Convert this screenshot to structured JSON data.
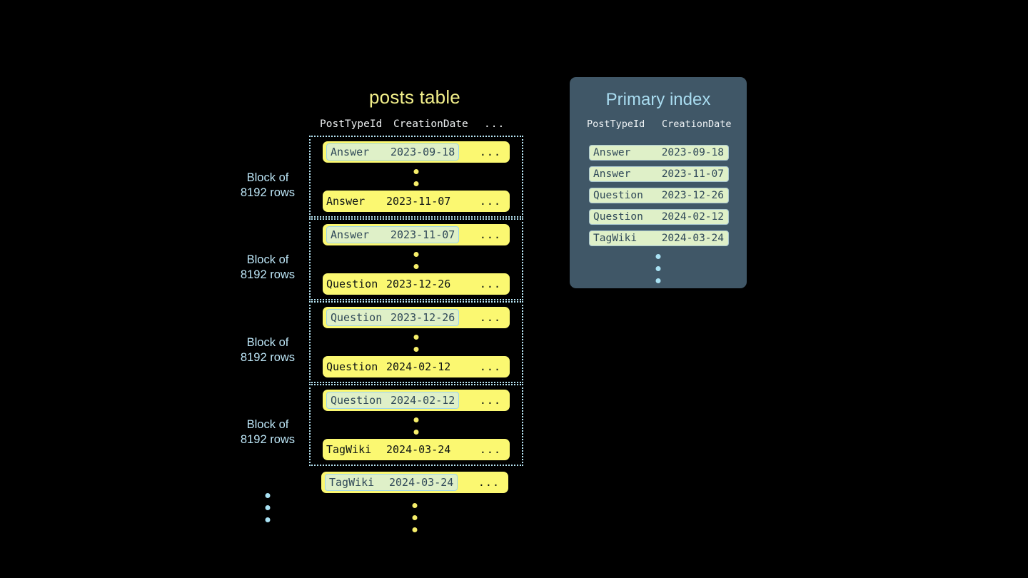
{
  "posts_table": {
    "title": "posts table",
    "columns": [
      "PostTypeId",
      "CreationDate",
      "..."
    ],
    "ellipsis": "...",
    "block_label_line1": "Block of",
    "block_label_line2": "8192 rows",
    "blocks": [
      {
        "label_line1": "Block of",
        "label_line2": "8192 rows",
        "first_row": {
          "post_type_id": "Answer",
          "creation_date": "2023-09-18",
          "ellipsis": "...",
          "highlighted": true
        },
        "last_row": {
          "post_type_id": "Answer",
          "creation_date": "2023-11-07",
          "ellipsis": "...",
          "highlighted": false
        }
      },
      {
        "label_line1": "Block of",
        "label_line2": "8192 rows",
        "first_row": {
          "post_type_id": "Answer",
          "creation_date": "2023-11-07",
          "ellipsis": "...",
          "highlighted": true
        },
        "last_row": {
          "post_type_id": "Question",
          "creation_date": "2023-12-26",
          "ellipsis": "...",
          "highlighted": false
        }
      },
      {
        "label_line1": "Block of",
        "label_line2": "8192 rows",
        "first_row": {
          "post_type_id": "Question",
          "creation_date": "2023-12-26",
          "ellipsis": "...",
          "highlighted": true
        },
        "last_row": {
          "post_type_id": "Question",
          "creation_date": "2024-02-12",
          "ellipsis": "...",
          "highlighted": false
        }
      },
      {
        "label_line1": "Block of",
        "label_line2": "8192 rows",
        "first_row": {
          "post_type_id": "Question",
          "creation_date": "2024-02-12",
          "ellipsis": "...",
          "highlighted": true
        },
        "last_row": {
          "post_type_id": "TagWiki",
          "creation_date": "2024-03-24",
          "ellipsis": "...",
          "highlighted": false
        }
      }
    ],
    "trailing_row": {
      "post_type_id": "TagWiki",
      "creation_date": "2024-03-24",
      "ellipsis": "...",
      "highlighted": true
    }
  },
  "primary_index": {
    "title": "Primary index",
    "columns": [
      "PostTypeId",
      "CreationDate"
    ],
    "rows": [
      {
        "post_type_id": "Answer",
        "creation_date": "2023-09-18"
      },
      {
        "post_type_id": "Answer",
        "creation_date": "2023-11-07"
      },
      {
        "post_type_id": "Question",
        "creation_date": "2023-12-26"
      },
      {
        "post_type_id": "Question",
        "creation_date": "2024-02-12"
      },
      {
        "post_type_id": "TagWiki",
        "creation_date": "2024-03-24"
      }
    ]
  },
  "colors": {
    "background": "#000000",
    "row_yellow": "#fbf871",
    "highlight_green": "#dff0c8",
    "accent_blue": "#bde6f7",
    "panel_slate": "#405767",
    "title_yellow": "#f2ef8a",
    "dot_yellow": "#f6ee6a",
    "dot_blue": "#a9e2f4"
  }
}
